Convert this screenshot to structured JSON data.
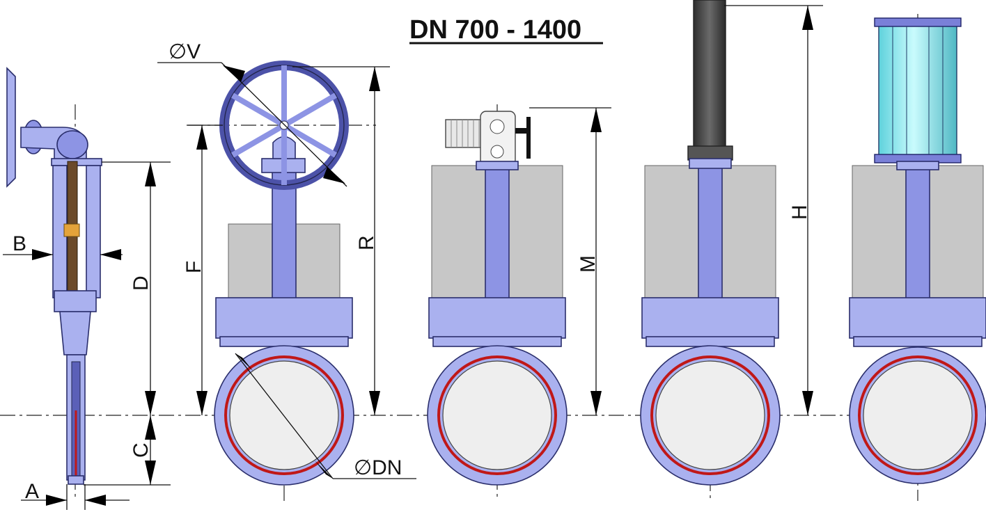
{
  "title": "DN 700 - 1400",
  "labels": {
    "A": "A",
    "B": "B",
    "C": "C",
    "D": "D",
    "F": "F",
    "R": "R",
    "M": "M",
    "H": "H",
    "V": "V",
    "DN": "DN"
  },
  "symbols": {
    "diameter": "∅"
  },
  "colors": {
    "valve_body": "#aab1ef",
    "stem": "#8d94e4",
    "seal": "#c01818",
    "cover": "#c7c7c7",
    "pneumatic_cylinder": "#3e3e3e",
    "hydraulic_cylinder": "#8fe9ee",
    "bronze_nut": "#e4a33a"
  },
  "views": [
    "side-view-handwheel",
    "front-view-handwheel",
    "front-view-electric-actuator",
    "front-view-pneumatic-cylinder",
    "front-view-double-acting-cylinder"
  ]
}
